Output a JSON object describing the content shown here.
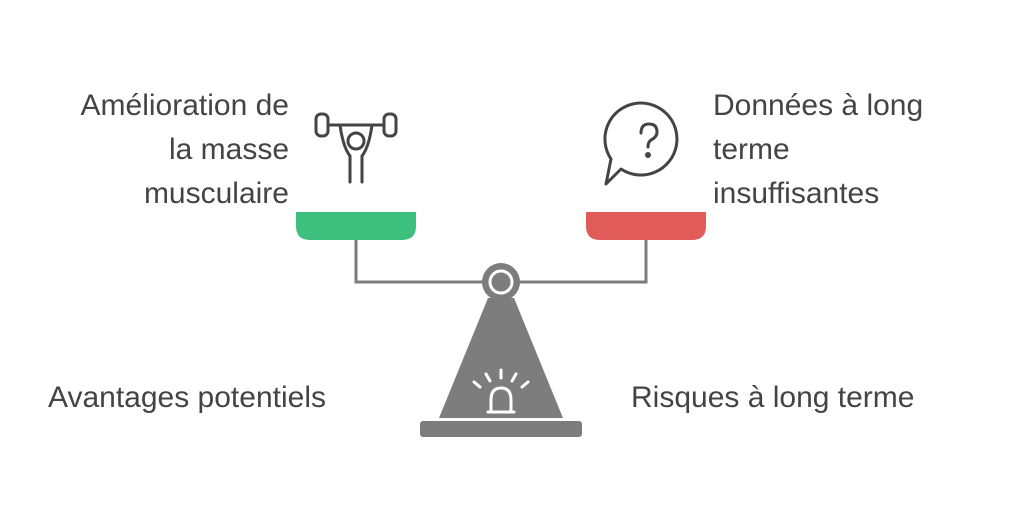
{
  "left_pan": {
    "lines": [
      "Amélioration de",
      "la masse",
      "musculaire"
    ],
    "icon": "weightlifter-icon",
    "color": "#3dbf7e"
  },
  "right_pan": {
    "lines": [
      "Données à long",
      "terme",
      "insuffisantes"
    ],
    "icon": "question-bubble-icon",
    "color": "#e15b58"
  },
  "bottom_left_label": "Avantages potentiels",
  "bottom_right_label": "Risques à long terme",
  "scale_color": "#7d7d7d",
  "icon_color": "#444444"
}
